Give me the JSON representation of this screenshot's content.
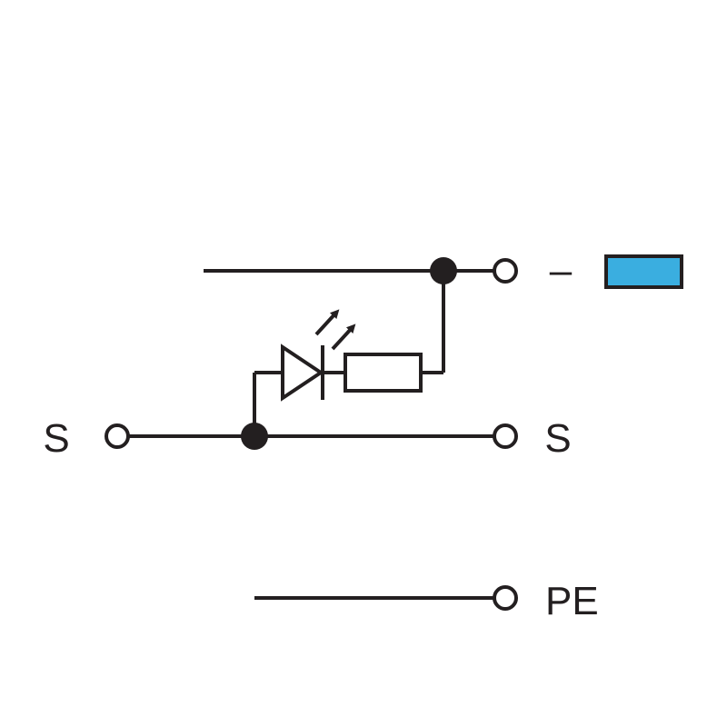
{
  "labels": {
    "left_signal": "S",
    "right_signal": "S",
    "minus": "–",
    "protective_earth": "PE"
  },
  "colors": {
    "line": "#231f20",
    "marker_fill": "#3aaee0",
    "background": "#ffffff"
  },
  "symbols": {
    "indicator": "led-diode-icon",
    "resistor": "resistor-icon",
    "light_emission": "light-emission-arrows-icon",
    "color_marker": "blue-color-marker"
  }
}
